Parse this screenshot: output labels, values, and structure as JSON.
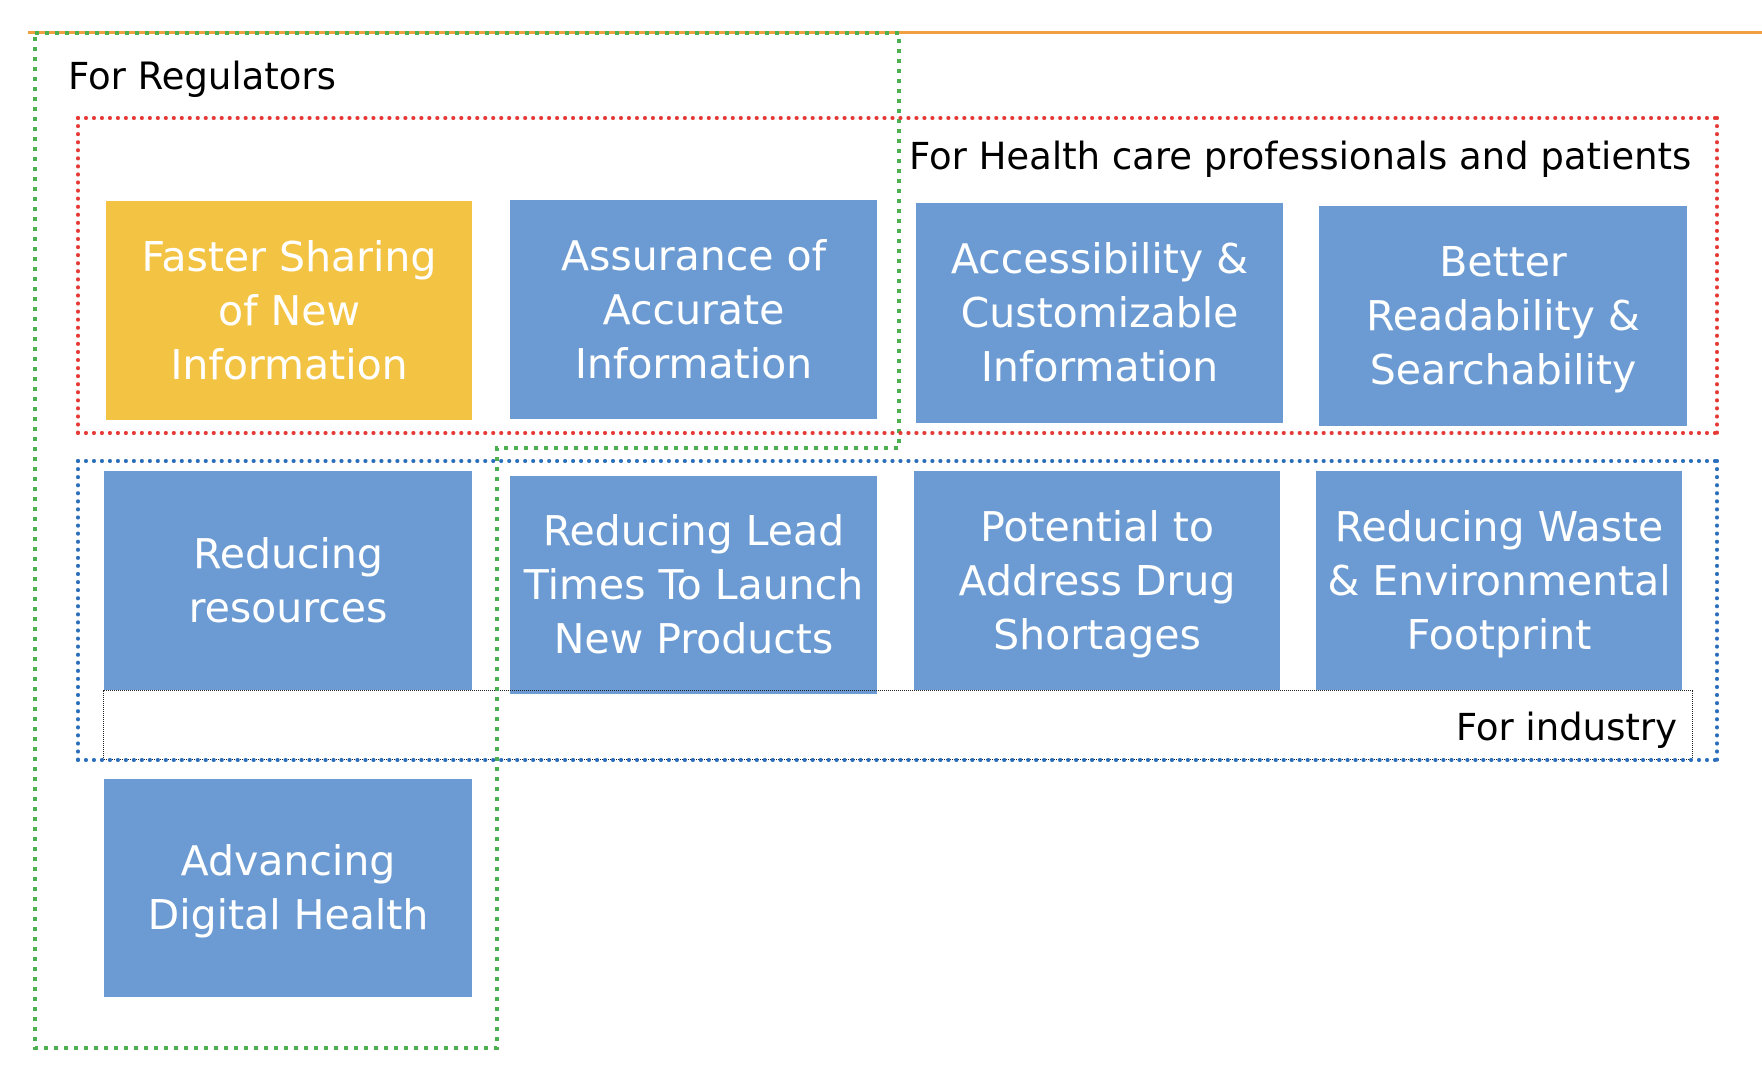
{
  "groups": {
    "regulators": "For Regulators",
    "healthcare": "For Health care professionals and patients",
    "industry": "For industry"
  },
  "boxes": {
    "faster_sharing": "Faster Sharing of New Information",
    "assurance": "Assurance of Accurate Information",
    "accessibility": "Accessibility & Customizable Information",
    "readability": "Better Readability & Searchability",
    "reducing_resources": "Reducing resources",
    "lead_times": "Reducing Lead Times To Launch New Products",
    "drug_shortages": "Potential to Address Drug Shortages",
    "reducing_waste": "Reducing Waste & Environmental Footprint",
    "digital_health": "Advancing Digital Health"
  },
  "colors": {
    "box_blue": "#6b9bd2",
    "box_highlight": "#f3c343",
    "regulators_border": "#4caf50",
    "healthcare_border": "#e53935",
    "industry_border": "#2a6ebb",
    "top_rule": "#f0a040"
  }
}
